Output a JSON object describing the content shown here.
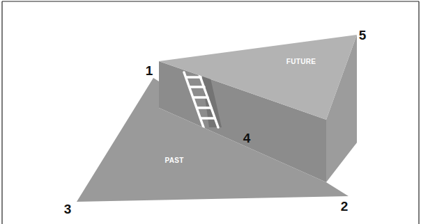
{
  "diagram": {
    "nodes": [
      {
        "text": [
          "PAST"
        ]
      },
      {
        "text": [
          "FUTURE"
        ]
      }
    ],
    "labels": [
      "5",
      "1",
      "4",
      "3",
      "2"
    ]
  }
}
